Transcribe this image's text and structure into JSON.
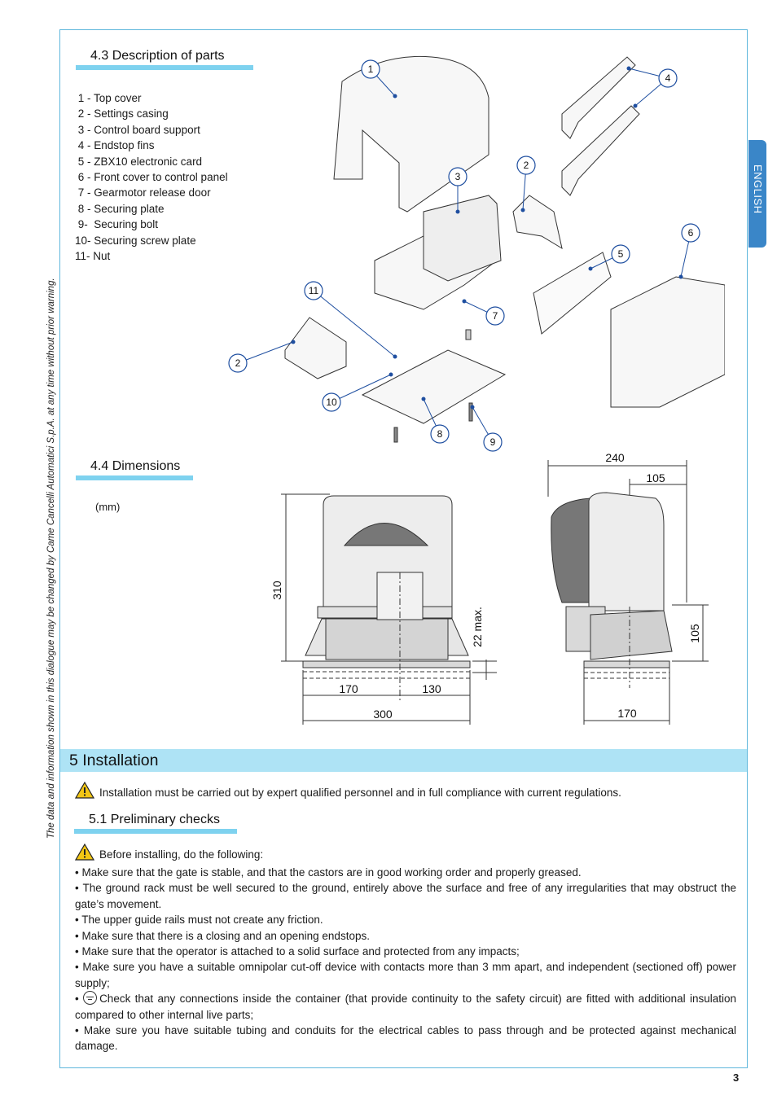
{
  "side_note": "The data and information shown in this dialogue may be changed by Came Cancelli Automatici S.p.A. at any time without prior warning.",
  "language_tab": "ENGLISH",
  "parts": {
    "heading": "4.3 Description of parts",
    "items": [
      " 1 - Top cover",
      " 2 - Settings casing",
      " 3 - Control board support",
      " 4 - Endstop fins",
      " 5 - ZBX10 electronic card",
      " 6 - Front cover to control panel",
      " 7 - Gearmotor release door",
      " 8 - Securing plate",
      " 9-  Securing bolt",
      "10- Securing screw plate",
      "11- Nut"
    ],
    "callouts": [
      "1",
      "2",
      "3",
      "4",
      "5",
      "6",
      "7",
      "8",
      "9",
      "10",
      "11",
      "2"
    ]
  },
  "dimensions": {
    "heading": "4.4 Dimensions",
    "unit": "(mm)",
    "front": {
      "height": "310",
      "clearance": "22 max.",
      "left_width": "170",
      "right_width": "130",
      "total_width": "300"
    },
    "side": {
      "total_depth": "240",
      "top_depth": "105",
      "base_height": "105",
      "base_depth": "170"
    }
  },
  "installation": {
    "title": "5 Installation",
    "warning": "Installation must be carried out by expert qualified personnel and in full compliance with current regulations.",
    "checks_heading": "5.1 Preliminary checks",
    "checks_intro": "Before installing, do the following:",
    "checks": [
      "• Make sure that the gate is stable, and that the castors are in good working order and properly greased.",
      "• The ground rack must be well secured to the ground, entirely above the surface and free of any irregularities that may obstruct the gate’s movement.",
      "• The upper guide rails must not create any friction.",
      "• Make sure that there is a closing and an opening endstops.",
      "• Make sure that the operator is attached to a solid surface and protected from any impacts;",
      "• Make sure you have a suitable omnipolar cut-off device with contacts more than 3 mm apart, and independent (sectioned off) power supply;",
      "Check that any connections inside the container (that provide continuity to the safety circuit) are fitted with additional insulation compared to other internal live parts;",
      "• Make sure you have suitable tubing and conduits for the electrical cables to pass through and be protected against mechanical damage."
    ]
  },
  "page_number": "3",
  "colors": {
    "accent": "#7ed2ef",
    "band": "#aee3f5",
    "frame": "#5fb7dc",
    "tab": "#3a86c8",
    "callout": "#1f4fa0"
  }
}
